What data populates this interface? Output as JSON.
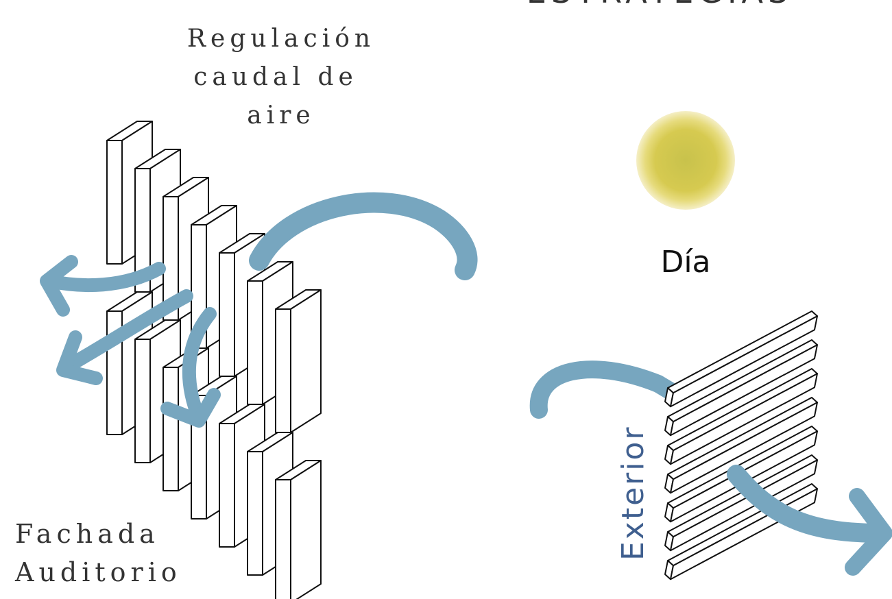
{
  "texts": {
    "top_heading": "ESTRATEGIAS",
    "regulation_line1": "Regulación",
    "regulation_line2": "caudal de",
    "regulation_line3": "aire",
    "facade_line1": "Fachada",
    "facade_line2": "Auditorio",
    "day_label": "Día",
    "exterior_label": "Exterior"
  },
  "colors": {
    "airflow": "#77a6bf",
    "sun_outer": "#f1e7a0",
    "sun_mid": "#d9cb55",
    "sun_core": "#c9c24a",
    "line": "#111111",
    "text": "#333333",
    "exterior_text": "#3f5f8f"
  },
  "icons": {
    "sun": "sun-icon",
    "fins": "vertical-fins",
    "louvers": "horizontal-louvers"
  }
}
